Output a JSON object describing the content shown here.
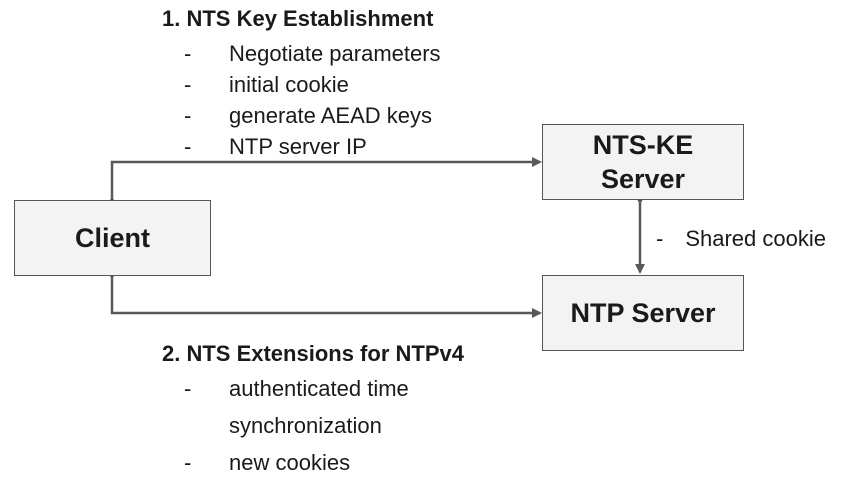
{
  "nodes": {
    "client": "Client",
    "ntske_line1": "NTS-KE",
    "ntske_line2": "Server",
    "ntp": "NTP Server"
  },
  "phase1": {
    "title": "1. NTS Key Establishment",
    "items": [
      "Negotiate parameters",
      "initial cookie",
      "generate AEAD keys",
      "NTP server IP"
    ]
  },
  "phase2": {
    "title": "2. NTS Extensions for NTPv4",
    "items": [
      "authenticated time synchronization",
      "new cookies"
    ],
    "item1_line1": "authenticated time",
    "item1_line2": "synchronization"
  },
  "link": {
    "label": "Shared cookie"
  },
  "bullet_char": "-",
  "colors": {
    "box_fill": "#f3f3f3",
    "box_border": "#555555",
    "arrow": "#595959",
    "text": "#1a1a1a"
  }
}
